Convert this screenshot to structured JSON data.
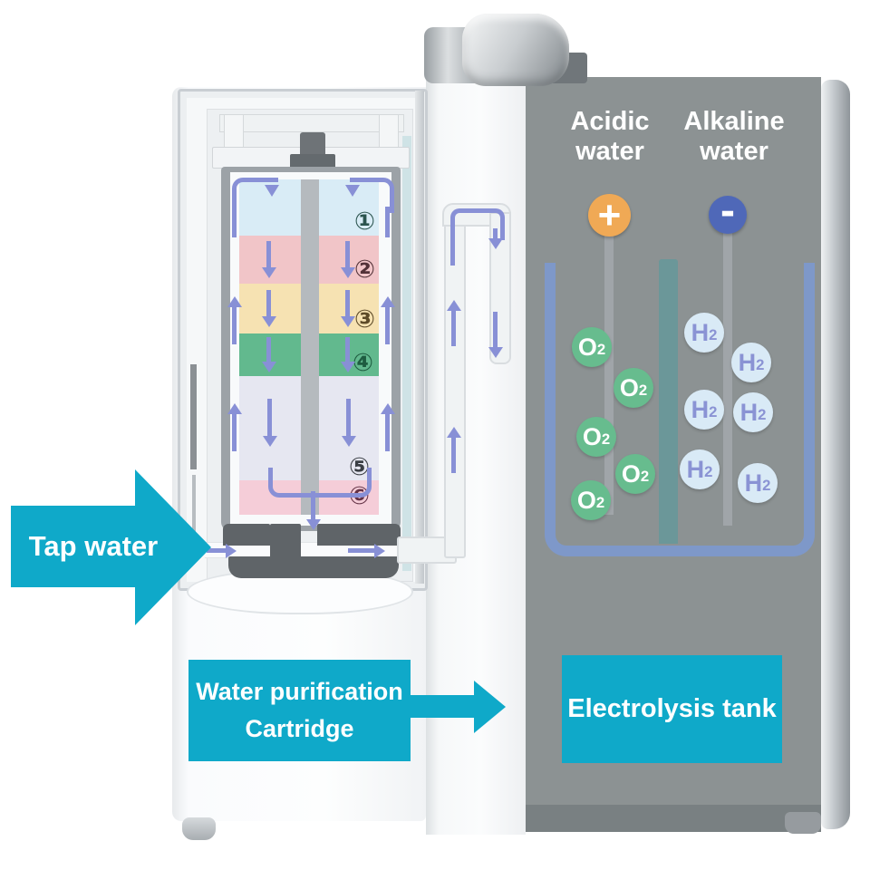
{
  "annotations": {
    "accent_color": "#0fa9c9",
    "tap_water_label": "Tap water",
    "cartridge_box": {
      "line1": "Water purification",
      "line2": "Cartridge"
    },
    "electrolysis_box_label": "Electrolysis tank"
  },
  "panel": {
    "background_color": "#8c9293",
    "acidic_label": {
      "line1": "Acidic",
      "line2": "water"
    },
    "alkaline_label": {
      "line1": "Alkaline",
      "line2": "water"
    }
  },
  "electrodes": {
    "positive": {
      "symbol": "+",
      "color": "#f0a955"
    },
    "negative": {
      "symbol": "-",
      "color": "#4f68b8"
    }
  },
  "tank": {
    "wall_color": "#7e98c9",
    "divider_color": "#6b9799",
    "o2_bubble": {
      "symbol": "O",
      "subscript": "2",
      "color": "#67bc8e",
      "text_color": "#ffffff",
      "count": 5
    },
    "h2_bubble": {
      "symbol": "H",
      "subscript": "2",
      "color": "#d9eaf6",
      "text_color": "#8a93d4",
      "count": 6
    }
  },
  "cartridge": {
    "flow_arrow_color": "#8890d6",
    "layers": [
      {
        "number": "①",
        "color": "#d9ecf6",
        "number_color": "#2b544e"
      },
      {
        "number": "②",
        "color": "#f1c5c8",
        "number_color": "#533238"
      },
      {
        "number": "③",
        "color": "#f6e2b2",
        "number_color": "#5d4a28"
      },
      {
        "number": "④",
        "color": "#62b98e",
        "number_color": "#1e5c40"
      },
      {
        "number": "⑤",
        "color": "#e6e7f1",
        "number_color": "#3a3e44"
      },
      {
        "number": "⑥",
        "color": "#f5cdd8",
        "number_color": "#643246"
      }
    ]
  }
}
